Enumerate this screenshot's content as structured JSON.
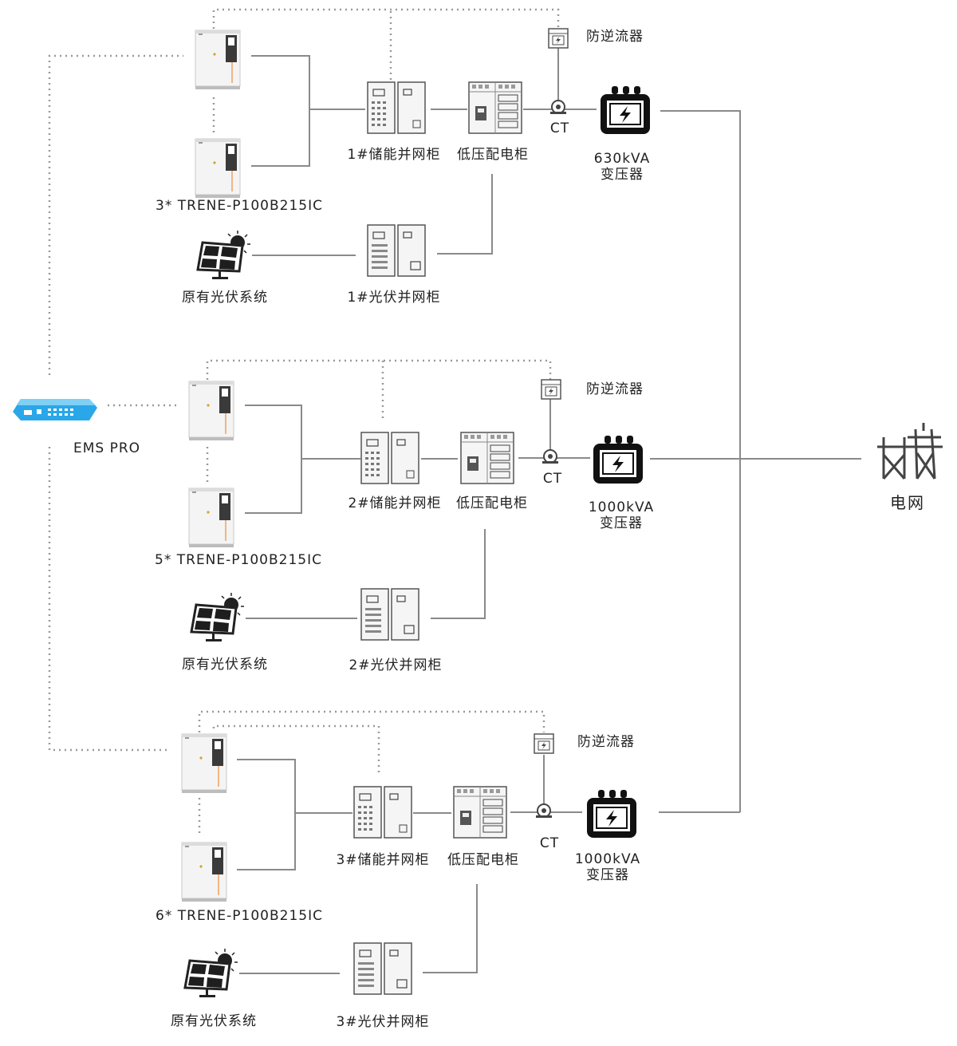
{
  "ems": {
    "label": "EMS PRO"
  },
  "grid": {
    "label": "电网"
  },
  "sections": [
    {
      "unit_model": "3* TRENE-P100B215IC",
      "pv_system": "原有光伏系统",
      "pv_cabinet": "1#光伏并网柜",
      "storage_cabinet": "1#储能并网柜",
      "lv_cabinet": "低压配电柜",
      "ct": "CT",
      "anti_backflow": "防逆流器",
      "transformer_rating": "630kVA",
      "transformer_name": "变压器"
    },
    {
      "unit_model": "5* TRENE-P100B215IC",
      "pv_system": "原有光伏系统",
      "pv_cabinet": "2#光伏并网柜",
      "storage_cabinet": "2#储能并网柜",
      "lv_cabinet": "低压配电柜",
      "ct": "CT",
      "anti_backflow": "防逆流器",
      "transformer_rating": "1000kVA",
      "transformer_name": "变压器"
    },
    {
      "unit_model": "6* TRENE-P100B215IC",
      "pv_system": "原有光伏系统",
      "pv_cabinet": "3#光伏并网柜",
      "storage_cabinet": "3#储能并网柜",
      "lv_cabinet": "低压配电柜",
      "ct": "CT",
      "anti_backflow": "防逆流器",
      "transformer_rating": "1000kVA",
      "transformer_name": "变压器"
    }
  ],
  "colors": {
    "line": "#8a8a8a",
    "dotted": "#9a9a9a",
    "ems_blue": "#2aa7e8",
    "accent_orange": "#f0a060"
  }
}
